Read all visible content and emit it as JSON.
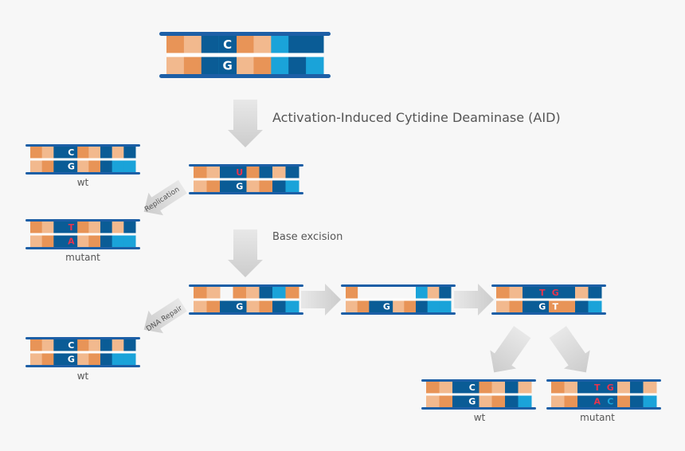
{
  "colors": {
    "background": "#f7f7f7",
    "backbone": "#1d5fa6",
    "dark_blue": "#0a5c96",
    "cyan": "#1aa3d9",
    "orange": "#e89457",
    "peach": "#f2b98e",
    "arrow": "#cccccc",
    "letter_default": "#ffffff",
    "letter_mutation": "#e8344d",
    "letter_uracil": "#e8344d",
    "text": "#555555"
  },
  "labels": {
    "aid": "Activation-Induced Cytidine Deaminase (AID)",
    "base_excision": "Base excision",
    "replication": "Replication",
    "dna_repair": "DNA Repair",
    "wt_top": "wt",
    "mutant_top": "mutant",
    "wt_repair": "wt",
    "wt_final": "wt",
    "mutant_final": "mutant"
  },
  "strands": {
    "original": {
      "top": "C",
      "bottom": "G"
    },
    "deaminated": {
      "top": "U",
      "bottom": "G"
    },
    "wt_replication": {
      "top": "C",
      "bottom": "G"
    },
    "mutant_replication": {
      "top": "T",
      "bottom": "A"
    },
    "excised": {
      "top": "",
      "bottom": "G"
    },
    "gapped": {
      "top": "",
      "bottom": "G"
    },
    "error_prone": {
      "top": "T",
      "top2": "G",
      "bottom": "G",
      "bottom2": "T"
    },
    "wt_repair": {
      "top": "C",
      "bottom": "G"
    },
    "wt_final": {
      "top": "C",
      "bottom": "G"
    },
    "mutant_final": {
      "top": "T",
      "top2": "G",
      "bottom": "A",
      "bottom2": "C"
    }
  }
}
